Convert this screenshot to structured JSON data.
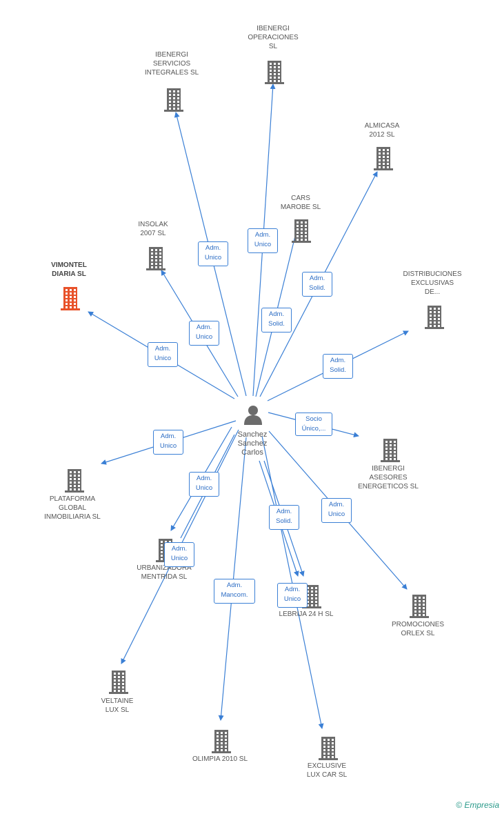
{
  "person": {
    "name": "Sanchez\nSanchez\nCarlos"
  },
  "companies": [
    {
      "id": "vimontel",
      "name": "VIMONTEL\nDIARIA SL",
      "highlight": true
    },
    {
      "id": "insolak",
      "name": "INSOLAK\n2007 SL"
    },
    {
      "id": "ibenergi_servicios",
      "name": "IBENERGI\nSERVICIOS\nINTEGRALES  SL"
    },
    {
      "id": "ibenergi_operaciones",
      "name": "IBENERGI\nOPERACIONES\nSL"
    },
    {
      "id": "cars_marobe",
      "name": "CARS\nMAROBE SL"
    },
    {
      "id": "almicasa",
      "name": "ALMICASA\n2012 SL"
    },
    {
      "id": "distribuciones",
      "name": "DISTRIBUCIONES\nEXCLUSIVAS\nDE..."
    },
    {
      "id": "ibenergi_asesores",
      "name": "IBENERGI\nASESORES\nENERGETICOS SL"
    },
    {
      "id": "plataforma",
      "name": "PLATAFORMA\nGLOBAL\nINMOBILIARIA SL"
    },
    {
      "id": "urbanizadora",
      "name": "URBANIZADORA\nMENTRIDA SL"
    },
    {
      "id": "lebrija",
      "name": "LEBRIJA 24 H  SL"
    },
    {
      "id": "promociones",
      "name": "PROMOCIONES\nORLEX SL"
    },
    {
      "id": "veltaine",
      "name": "VELTAINE\nLUX SL"
    },
    {
      "id": "olimpia",
      "name": "OLIMPIA 2010 SL"
    },
    {
      "id": "exclusive",
      "name": "EXCLUSIVE\nLUX CAR  SL"
    }
  ],
  "roles": [
    {
      "target": "vimontel",
      "label": "Adm.\nUnico"
    },
    {
      "target": "insolak",
      "label": "Adm.\nUnico"
    },
    {
      "target": "ibenergi_servicios",
      "label": "Adm.\nUnico"
    },
    {
      "target": "ibenergi_operaciones",
      "label": "Adm.\nUnico"
    },
    {
      "target": "cars_marobe",
      "label": "Adm.\nSolid."
    },
    {
      "target": "almicasa",
      "label": "Adm.\nSolid."
    },
    {
      "target": "distribuciones",
      "label": "Adm.\nSolid."
    },
    {
      "target": "ibenergi_asesores",
      "label": "Socio\nÚnico,..."
    },
    {
      "target": "plataforma",
      "label": "Adm.\nUnico"
    },
    {
      "target": "urbanizadora",
      "label": "Adm.\nUnico"
    },
    {
      "target": "lebrija",
      "label": "Adm.\nSolid."
    },
    {
      "target": "promociones",
      "label": "Adm.\nUnico"
    },
    {
      "target": "veltaine",
      "label": "Adm.\nUnico"
    },
    {
      "target": "olimpia",
      "label": "Adm.\nMancom."
    },
    {
      "target": "exclusive",
      "label": "Adm.\nUnico"
    }
  ],
  "colors": {
    "edge": "#3a7fd5",
    "building": "#6b6b6b",
    "building_highlight": "#e8522a",
    "person": "#6b6b6b"
  },
  "icons": {
    "company": "building-icon",
    "person": "person-icon",
    "copyright": "copyright-icon"
  },
  "brand": {
    "symbol": "©",
    "text": "Empresia"
  }
}
